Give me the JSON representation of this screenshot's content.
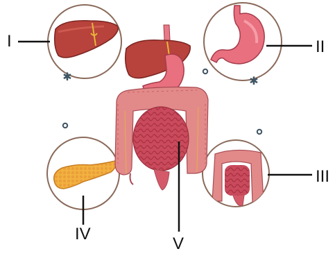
{
  "labels": {
    "one": "I",
    "two": "II",
    "three": "III",
    "four": "IV",
    "five": "V"
  },
  "organs": {
    "one": "liver",
    "two": "stomach",
    "three": "large-intestine",
    "four": "pancreas",
    "five": "small-intestine"
  },
  "colors": {
    "circle_stroke": "#8a6a5a",
    "liver": "#b8423c",
    "stomach": "#e9707f",
    "intestine": "#d45a6a",
    "colon": "#e28a8a",
    "pancreas": "#f2b23e",
    "esophagus": "#e67a86",
    "dot": "#3f5563",
    "line": "#111111"
  }
}
